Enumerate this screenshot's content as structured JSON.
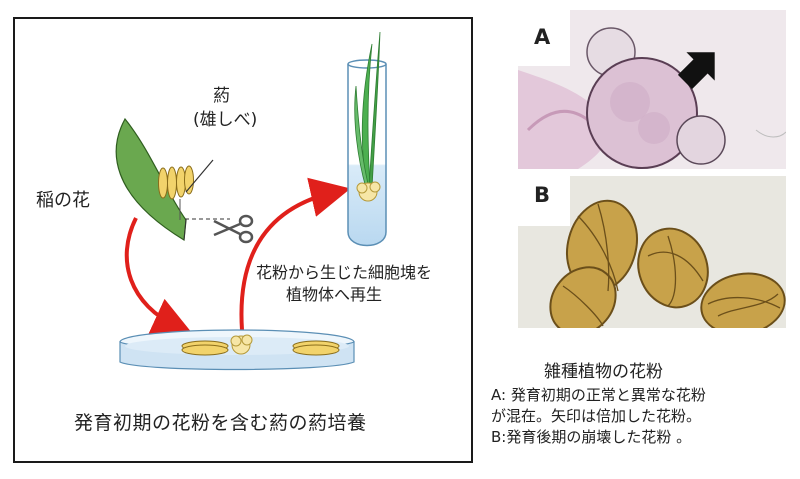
{
  "diagram": {
    "rice_flower_label": "稲の花",
    "anther_label": "葯",
    "stamen_label": "(雄しべ)",
    "regeneration_line1": "花粉から生じた細胞塊を",
    "regeneration_line2": "植物体へ再生",
    "caption": "発育初期の花粉を含む葯の葯培養"
  },
  "photos": {
    "letter_a": "A",
    "letter_b": "B",
    "title": "雑種植物の花粉",
    "lines": [
      "A: 発育初期の正常と異常な花粉",
      "が混在。矢印は倍加した花粉。",
      "B:発育後期の崩壊した花粉 。"
    ]
  },
  "colors": {
    "arrow_red": "#e0201b",
    "leaf_green": "#6aa84f",
    "anther_yellow": "#f2d36b",
    "callus": "#f6e6a6",
    "medium_blue": "#cfe3f3"
  },
  "icons": [
    "scissors-icon",
    "black-arrow-icon",
    "red-curved-arrow-icon"
  ]
}
